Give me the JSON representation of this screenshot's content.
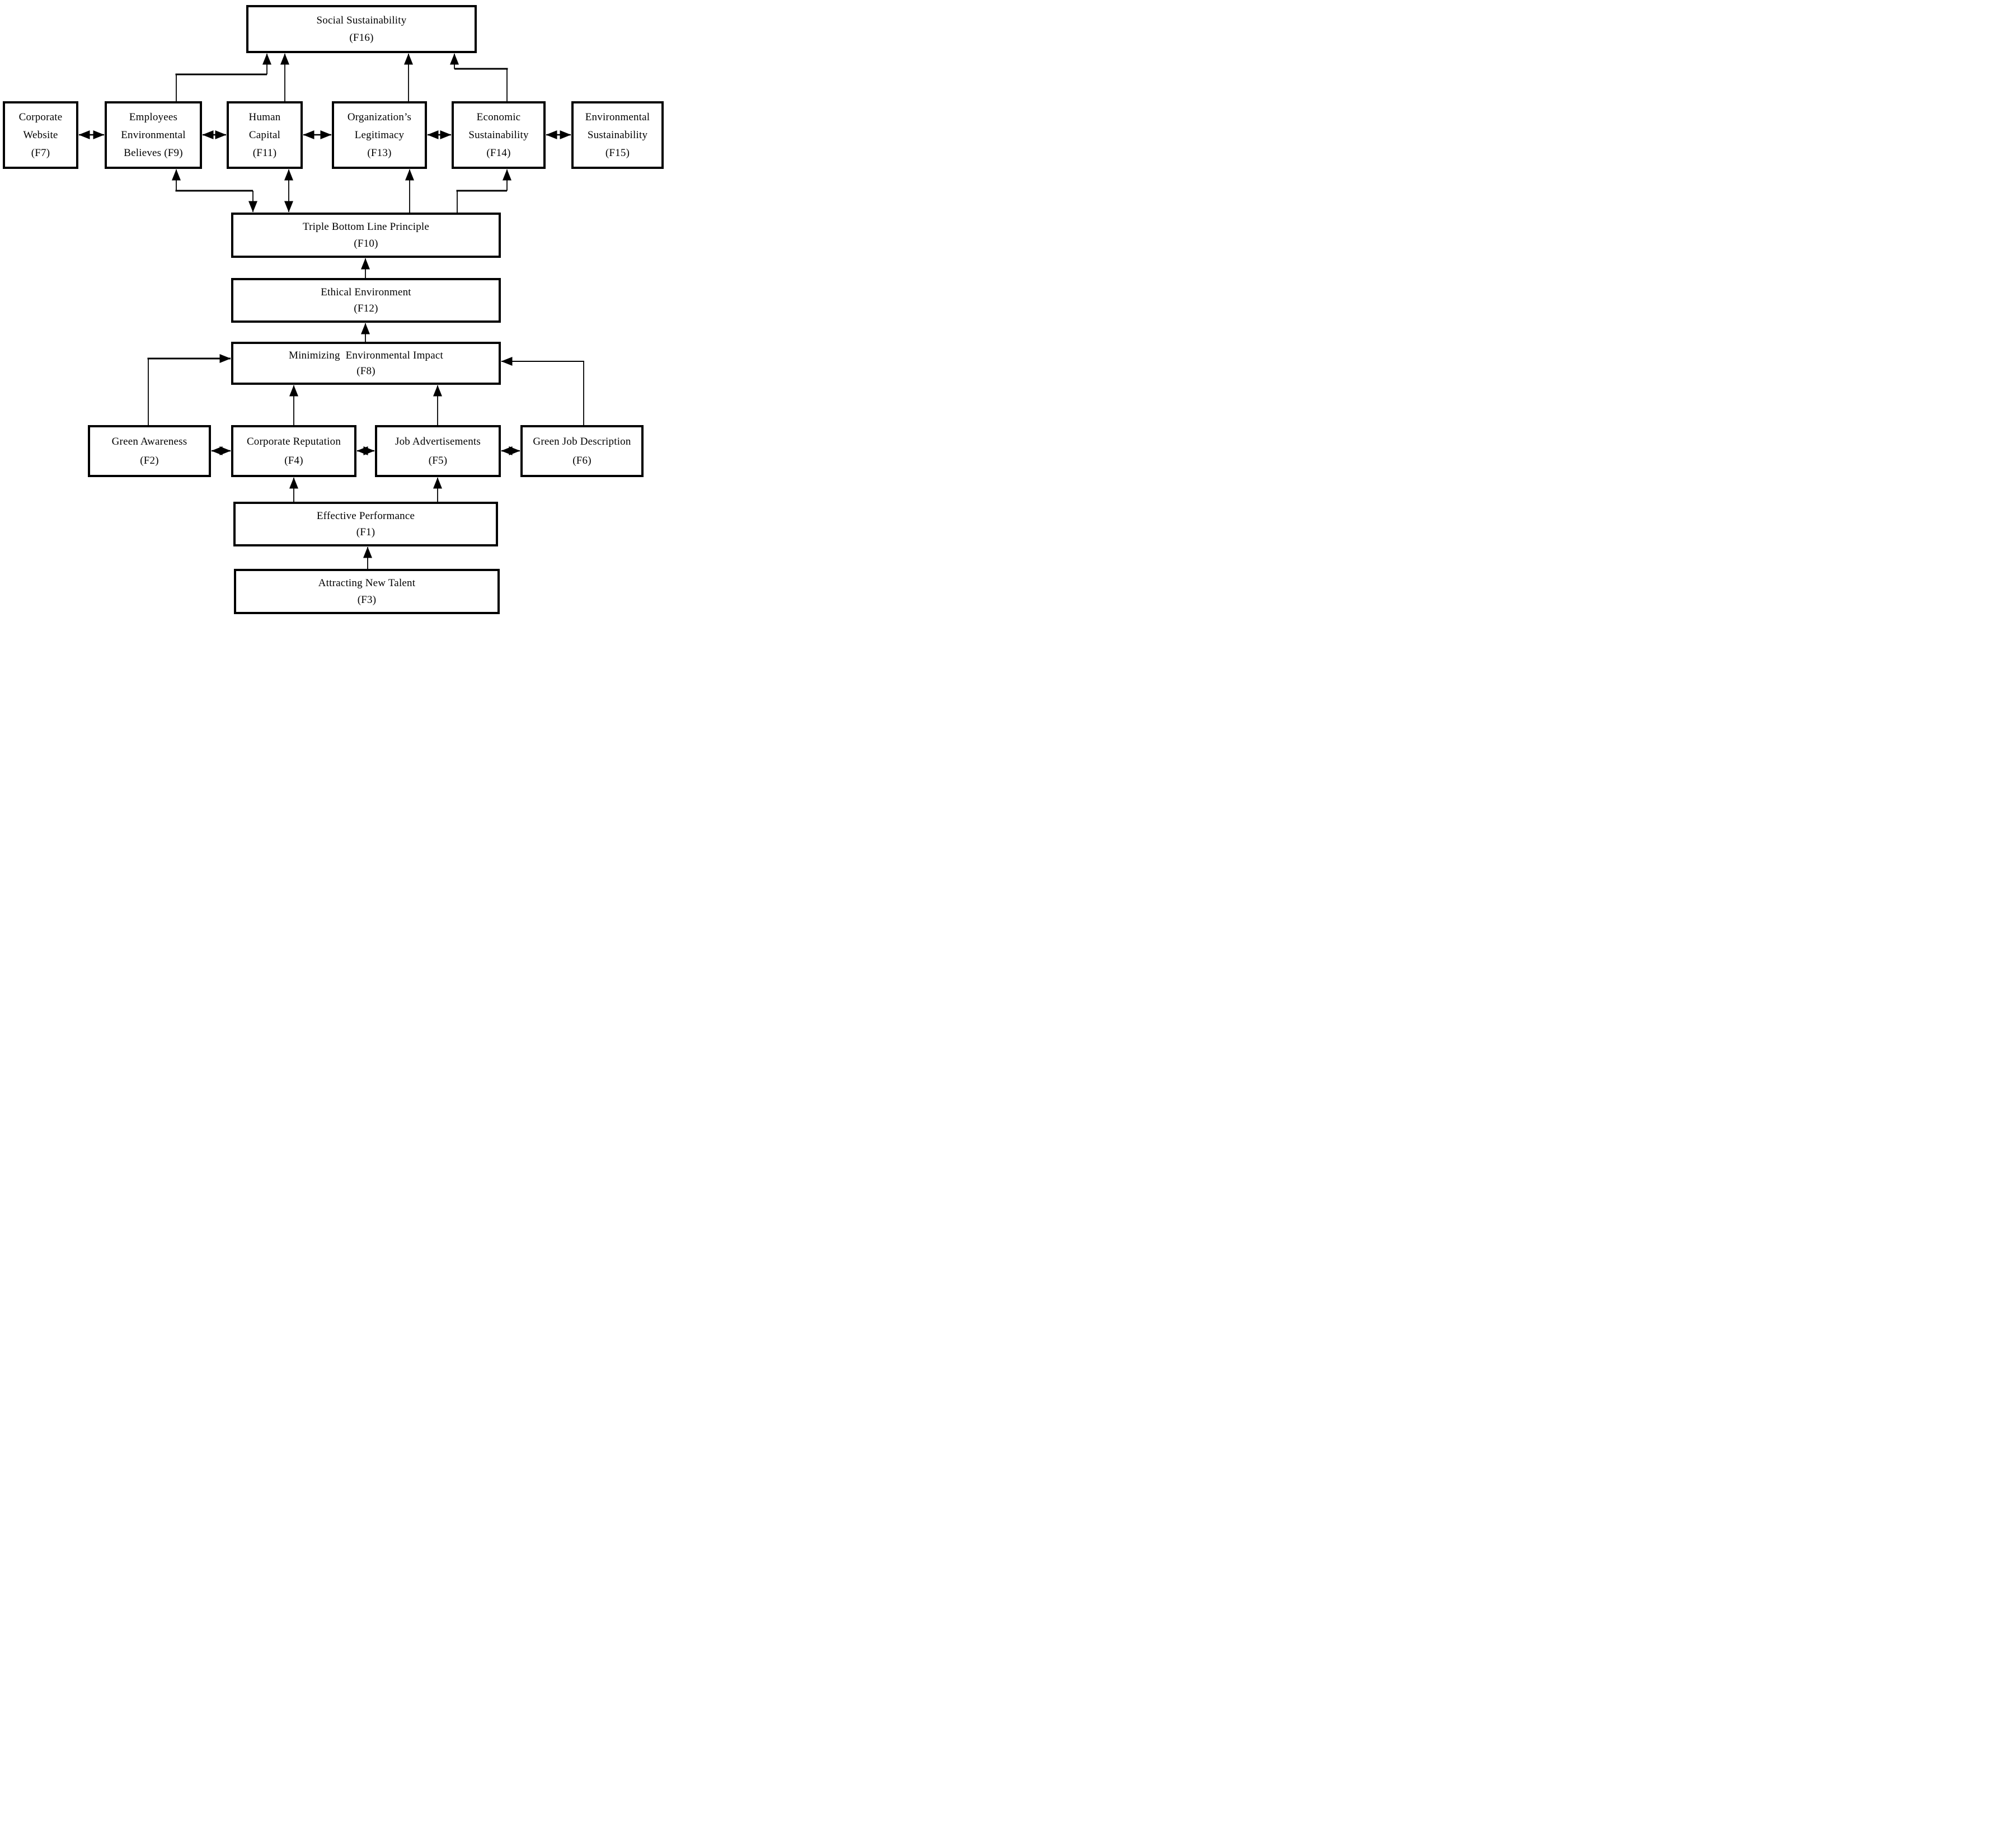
{
  "figure": {
    "type": "factor-relationship-flowchart",
    "ink_color": "#000000",
    "paper_color": "#ffffff"
  },
  "nodes": {
    "f16": {
      "lines": [
        "Social Sustainability",
        "(F16)"
      ]
    },
    "f7": {
      "lines": [
        "Corporate",
        "Website",
        "(F7)"
      ]
    },
    "f9": {
      "lines": [
        "Employees",
        "Environmental",
        "Believes (F9)"
      ]
    },
    "f11": {
      "lines": [
        "Human",
        "Capital",
        "(F11)"
      ]
    },
    "f13": {
      "lines": [
        "Organization’s",
        "Legitimacy",
        "(F13)"
      ]
    },
    "f14": {
      "lines": [
        "Economic",
        "Sustainability",
        "(F14)"
      ]
    },
    "f15": {
      "lines": [
        "Environmental",
        "Sustainability",
        "(F15)"
      ]
    },
    "f10": {
      "lines": [
        "Triple Bottom Line Principle",
        "(F10)"
      ]
    },
    "f12": {
      "lines": [
        "Ethical Environment",
        "(F12)"
      ]
    },
    "f8": {
      "lines": [
        "Minimizing  Environmental Impact",
        "(F8)"
      ]
    },
    "f2": {
      "lines": [
        "Green Awareness",
        "(F2)"
      ]
    },
    "f4": {
      "lines": [
        "Corporate Reputation",
        "(F4)"
      ]
    },
    "f5": {
      "lines": [
        "Job Advertisements",
        "(F5)"
      ]
    },
    "f6": {
      "lines": [
        "Green Job Description",
        "(F6)"
      ]
    },
    "f1": {
      "lines": [
        "Effective Performance",
        "(F1)"
      ]
    },
    "f3": {
      "lines": [
        "Attracting New Talent",
        "(F3)"
      ]
    }
  },
  "edges": [
    {
      "from": "F9",
      "to": "F16",
      "type": "one-way"
    },
    {
      "from": "F11",
      "to": "F16",
      "type": "one-way"
    },
    {
      "from": "F13",
      "to": "F16",
      "type": "one-way"
    },
    {
      "from": "F14",
      "to": "F16",
      "type": "one-way"
    },
    {
      "from": "F7",
      "to": "F9",
      "type": "two-way"
    },
    {
      "from": "F9",
      "to": "F11",
      "type": "two-way"
    },
    {
      "from": "F11",
      "to": "F13",
      "type": "two-way"
    },
    {
      "from": "F13",
      "to": "F14",
      "type": "two-way"
    },
    {
      "from": "F14",
      "to": "F15",
      "type": "two-way"
    },
    {
      "from": "F9",
      "to": "F10",
      "type": "two-way"
    },
    {
      "from": "F11",
      "to": "F10",
      "type": "two-way"
    },
    {
      "from": "F10",
      "to": "F13",
      "type": "one-way"
    },
    {
      "from": "F10",
      "to": "F14",
      "type": "one-way"
    },
    {
      "from": "F12",
      "to": "F10",
      "type": "one-way"
    },
    {
      "from": "F8",
      "to": "F12",
      "type": "one-way"
    },
    {
      "from": "F2",
      "to": "F8",
      "type": "one-way"
    },
    {
      "from": "F6",
      "to": "F8",
      "type": "one-way"
    },
    {
      "from": "F4",
      "to": "F8",
      "type": "one-way"
    },
    {
      "from": "F5",
      "to": "F8",
      "type": "one-way"
    },
    {
      "from": "F2",
      "to": "F4",
      "type": "two-way"
    },
    {
      "from": "F4",
      "to": "F5",
      "type": "two-way"
    },
    {
      "from": "F5",
      "to": "F6",
      "type": "two-way"
    },
    {
      "from": "F1",
      "to": "F4",
      "type": "one-way"
    },
    {
      "from": "F1",
      "to": "F5",
      "type": "one-way"
    },
    {
      "from": "F3",
      "to": "F1",
      "type": "one-way"
    }
  ]
}
